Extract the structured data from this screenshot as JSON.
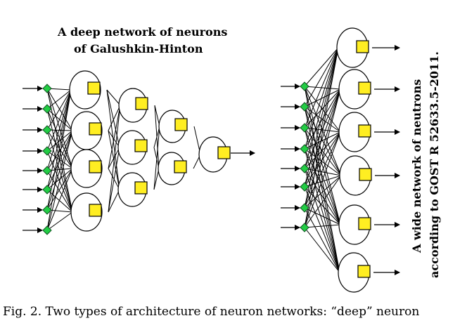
{
  "deep_network": {
    "title_line1": "A deep network of neurons",
    "title_line2": "of Galushkin-Hinton"
  },
  "wide_network": {
    "title_line1": "A wide network of neutrons",
    "title_line2": "according to GOST R 52633.5-2011."
  },
  "caption": "Fig. 2. Two types of architecture of neuron networks: “deep” neuron",
  "colors": {
    "input_node": "#22cc44",
    "output_box": "#ffee22",
    "neuron_fill": "#ffffff",
    "line": "#000000"
  }
}
